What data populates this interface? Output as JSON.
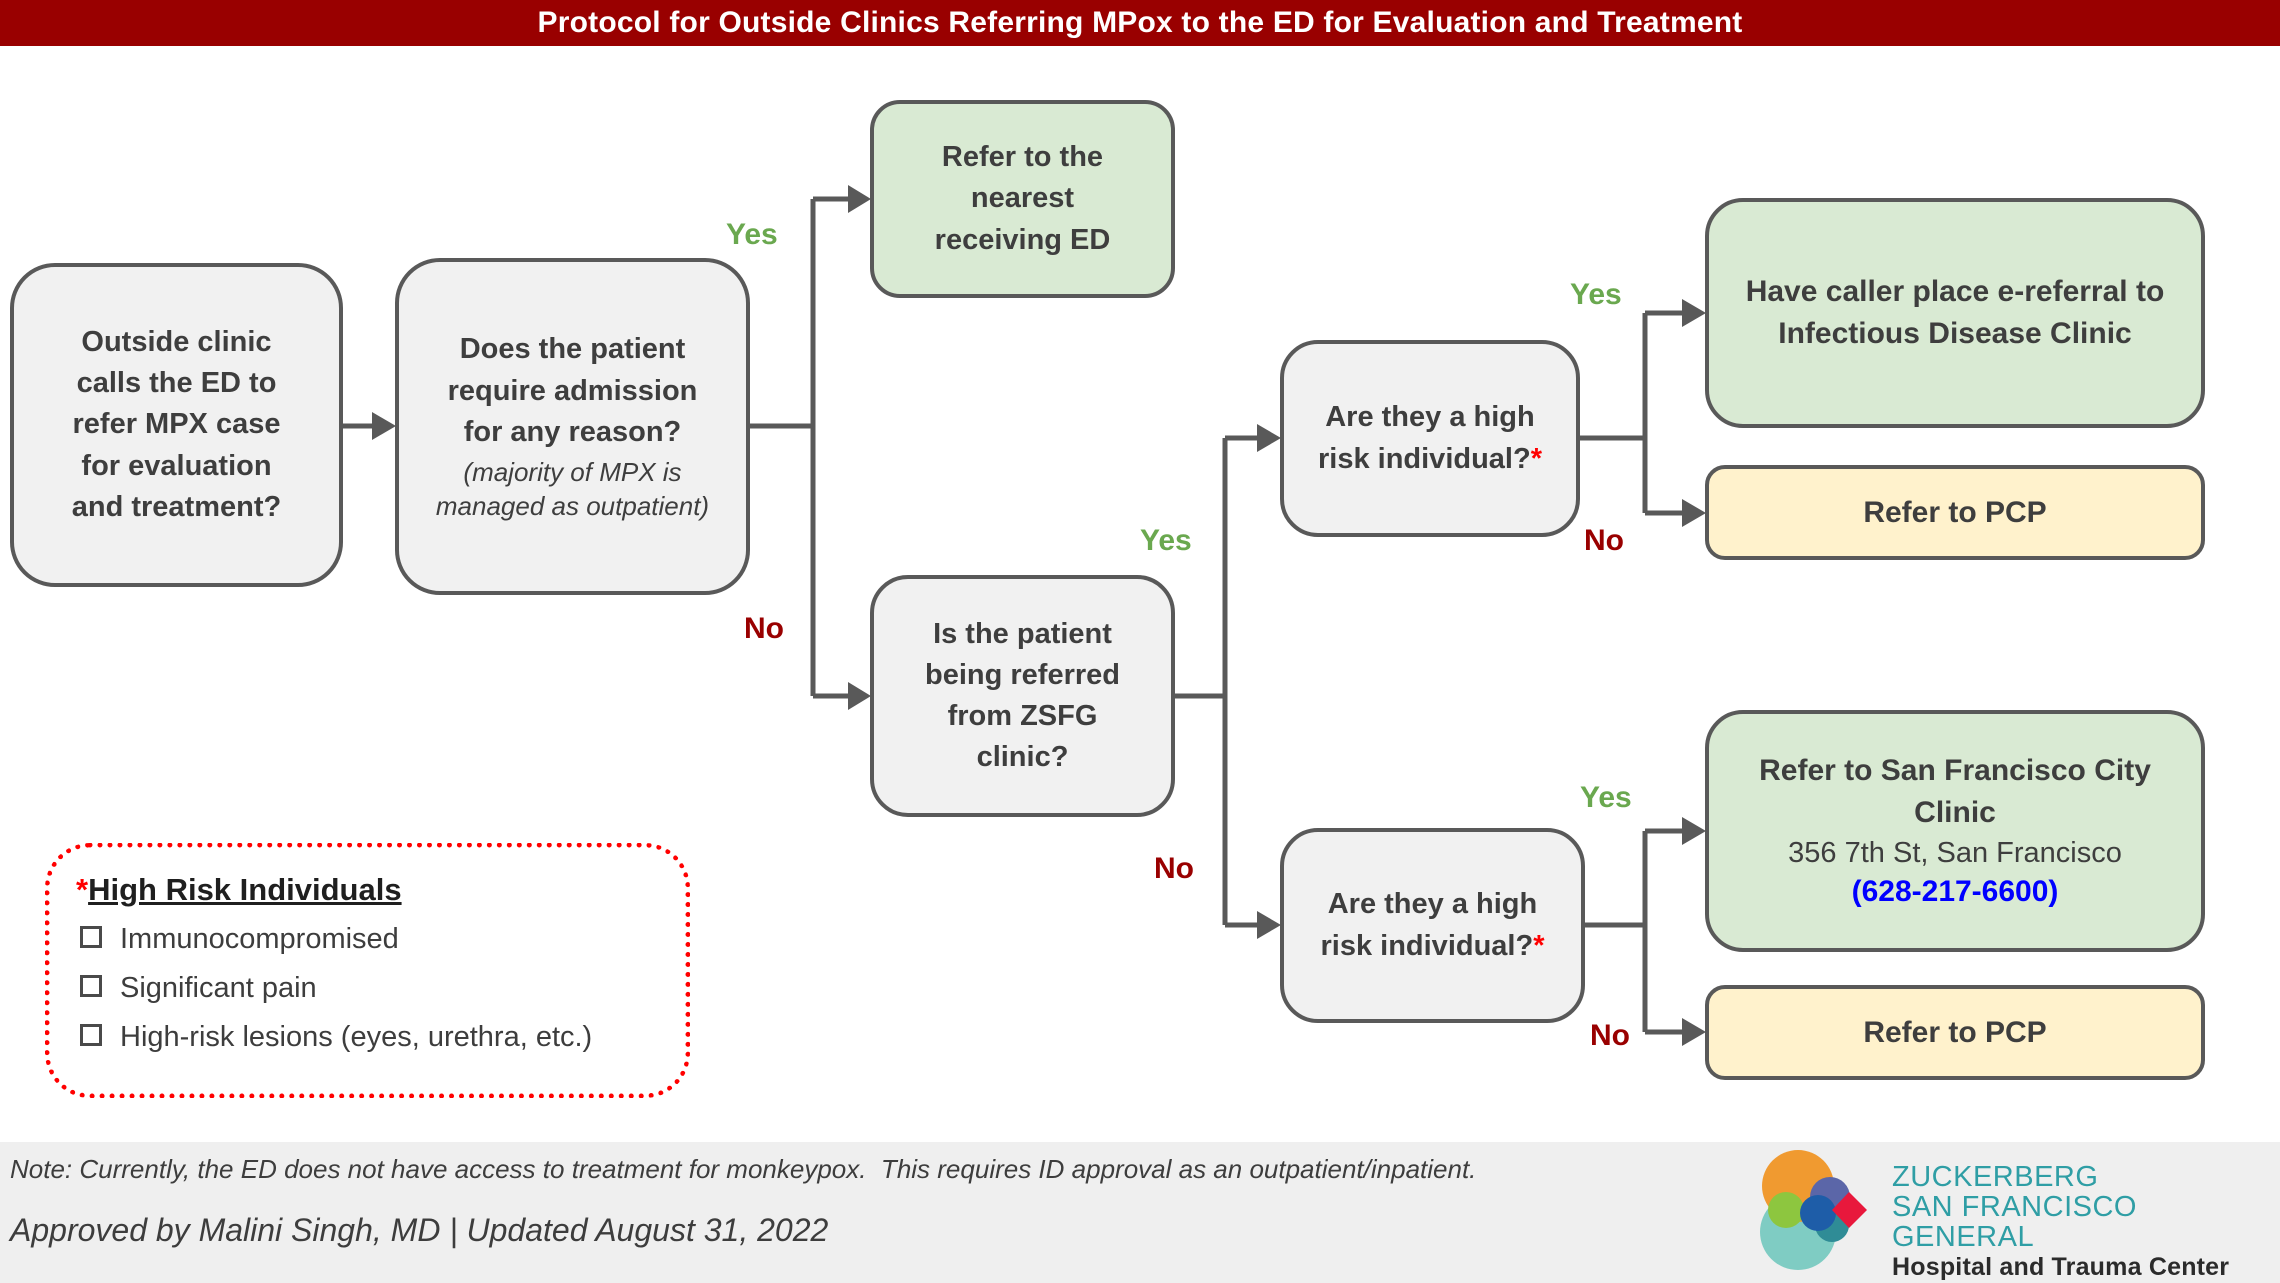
{
  "title": "Protocol for Outside Clinics Referring MPox to the ED for Evaluation and Treatment",
  "labels": {
    "yes": "Yes",
    "no": "No"
  },
  "nodes": {
    "start": {
      "text": "Outside clinic\ncalls the ED to\nrefer MPX case\nfor evaluation\nand treatment?"
    },
    "admission": {
      "question": "Does the patient\nrequire admission\nfor any reason?",
      "note": "(majority of MPX is\nmanaged as outpatient)"
    },
    "refer_ed": {
      "text": "Refer to the\nnearest\nreceiving ED"
    },
    "zsfg": {
      "text": "Is the patient\nbeing referred\nfrom ZSFG\nclinic?"
    },
    "high_risk_top": {
      "text": "Are they a high\nrisk individual?",
      "asterisk": "*"
    },
    "high_risk_bottom": {
      "text": "Are they a high\nrisk individual?",
      "asterisk": "*"
    },
    "id_clinic": {
      "text": "Have caller place e-referral to\nInfectious Disease Clinic"
    },
    "pcp_top": {
      "text": "Refer to PCP"
    },
    "city_clinic": {
      "title": "Refer to San Francisco City\nClinic",
      "address": "356 7th St, San Francisco",
      "phone": "(628-217-6600)"
    },
    "pcp_bottom": {
      "text": "Refer to PCP"
    }
  },
  "legend": {
    "asterisk": "*",
    "title": "High Risk Individuals",
    "items": [
      "Immunocompromised",
      "Significant pain",
      "High-risk lesions (eyes, urethra, etc.)"
    ]
  },
  "footer": {
    "note": "Note: Currently, the ED does not have access to treatment for monkeypox.  This requires ID approval as an outpatient/inpatient.",
    "approved": "Approved by Malini Singh, MD | Updated August 31, 2022",
    "logo": {
      "line1": "ZUCKERBERG",
      "line2": "SAN FRANCISCO GENERAL",
      "line3": "Hospital and Trauma Center"
    }
  },
  "colors": {
    "header_bg": "#990000",
    "grey_box": "#f1f1f1",
    "green_box": "#d9ead3",
    "yellow_box": "#fff2cc",
    "box_border": "#595959",
    "connector": "#595959",
    "yes_green": "#6aa84f",
    "no_red": "#990000",
    "asterisk_red": "#ff0000",
    "phone_blue": "#0000ff",
    "legend_border": "#ff0000",
    "footer_bg": "#efefef",
    "logo_teal": "#2f9ea5"
  }
}
